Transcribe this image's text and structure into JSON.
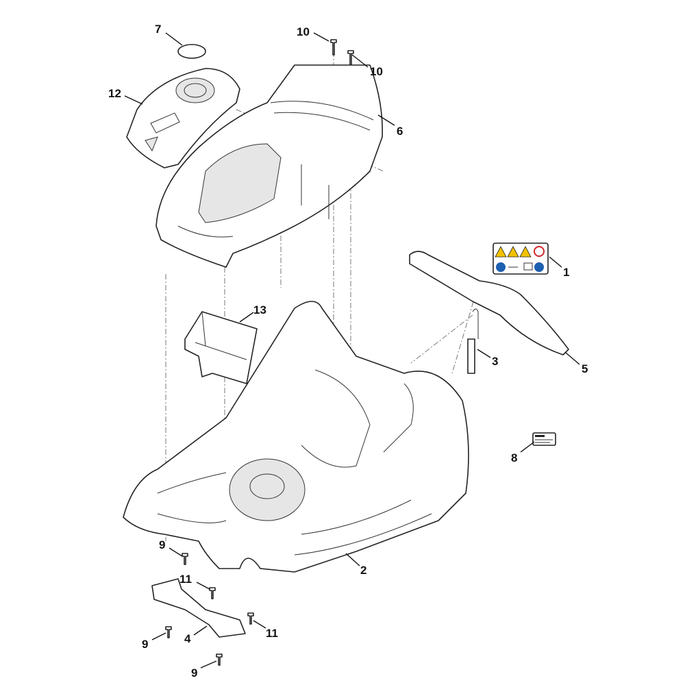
{
  "title": "Housing exploded parts diagram",
  "callouts": [
    {
      "id": "1",
      "label": "1",
      "part": "warning-label-sticker"
    },
    {
      "id": "2",
      "label": "2",
      "part": "lower-housing"
    },
    {
      "id": "3",
      "label": "3",
      "part": "spring"
    },
    {
      "id": "4",
      "label": "4",
      "part": "bracket"
    },
    {
      "id": "5",
      "label": "5",
      "part": "rear-flap"
    },
    {
      "id": "6",
      "label": "6",
      "part": "upper-housing"
    },
    {
      "id": "7",
      "label": "7",
      "part": "seal-ring"
    },
    {
      "id": "8",
      "label": "8",
      "part": "nameplate"
    },
    {
      "id": "9a",
      "label": "9",
      "part": "screw"
    },
    {
      "id": "9b",
      "label": "9",
      "part": "screw"
    },
    {
      "id": "9c",
      "label": "9",
      "part": "screw"
    },
    {
      "id": "10a",
      "label": "10",
      "part": "screw"
    },
    {
      "id": "10b",
      "label": "10",
      "part": "screw"
    },
    {
      "id": "11a",
      "label": "11",
      "part": "screw"
    },
    {
      "id": "11b",
      "label": "11",
      "part": "screw"
    },
    {
      "id": "12",
      "label": "12",
      "part": "cover"
    },
    {
      "id": "13",
      "label": "13",
      "part": "battery-compartment"
    }
  ],
  "colors": {
    "warning": "#f2c200",
    "mandatory": "#1d5fb0",
    "prohibited": "#d0262b"
  }
}
